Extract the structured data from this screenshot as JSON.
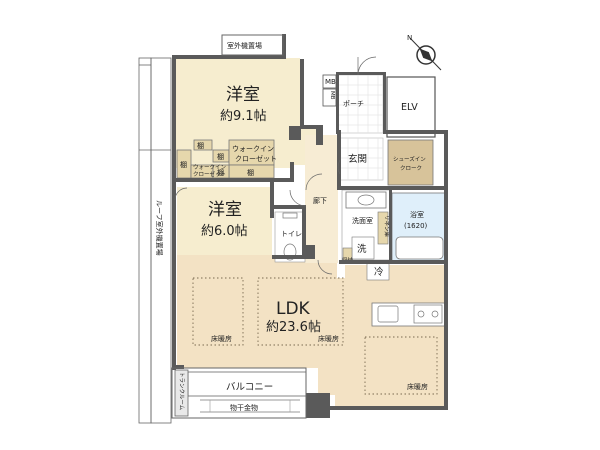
{
  "rooms": {
    "western_room_1": {
      "name": "洋室",
      "size": "約9.1帖"
    },
    "western_room_2": {
      "name": "洋室",
      "size": "約6.0帖"
    },
    "ldk": {
      "name": "LDK",
      "size": "約23.6帖"
    },
    "entrance": "玄関",
    "corridor": "廊下",
    "washroom": "洗面室",
    "bathroom": {
      "name": "浴室",
      "size": "(1620)"
    },
    "toilet": "トイレ",
    "porch": "ポーチ",
    "elevator": "ELV",
    "balcony": "バルコニー"
  },
  "storage": {
    "shelf": "棚",
    "walkin_closet_line1": "ウォークイン",
    "walkin_closet_line2": "クローゼット",
    "walkin_small_line1": "ウォークイン",
    "walkin_small_line2": "クローゼット",
    "shoes_in_line1": "シューズイン",
    "shoes_in_line2": "クローク",
    "storage_small": "収納",
    "linen_cabinet": "リネン庫"
  },
  "labels": {
    "outdoor_unit_area": "室外機置場",
    "roof_outdoor_unit_area": "ルーフ室外機置場",
    "floor_heating": "床暖房",
    "laundry_hardware": "物干金物",
    "trunk_room": "トランクルーム",
    "mb": "MB",
    "washer": "洗",
    "fridge": "冷"
  },
  "colors": {
    "wood_floor": "#f3e2c4",
    "private_room_floor": "#f6edcf",
    "tile_floor": "#ffffff",
    "storage_fill": "#e6d7ac",
    "shoes_in_fill": "#d7c39a",
    "bath_fill": "#dfeffa",
    "wall": "#5a5a5a"
  }
}
